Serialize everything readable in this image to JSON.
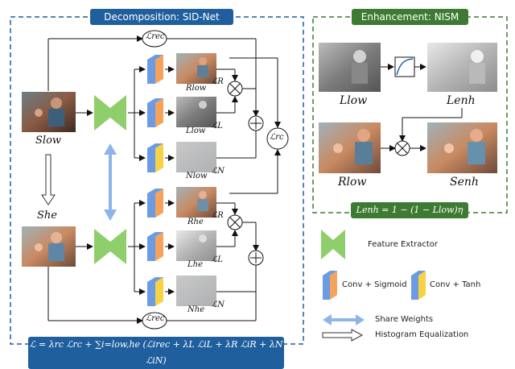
{
  "panels": {
    "decomposition": {
      "title": "Decomposition: SID-Net",
      "color": "#1f5f9e"
    },
    "enhancement": {
      "title": "Enhancement: NISM",
      "color": "#3e7b32"
    }
  },
  "colors": {
    "extractor": "#8fcf6b",
    "conv_sigmoid_a": "#f5a35b",
    "conv_sigmoid_b": "#6b9be3",
    "conv_tanh": "#f7d244",
    "share_arrow": "#8fb4e8",
    "formula_blue": "#1f5f9e",
    "formula_green": "#3e7b32"
  },
  "decomposition": {
    "loss_rec": "ℒrec",
    "loss_rc": "ℒrc",
    "loss_R": "ℒR",
    "loss_L": "ℒL",
    "loss_N": "ℒN",
    "s_low": "Slow",
    "s_he": "She",
    "r_low": "Rlow",
    "l_low": "Llow",
    "n_low": "Nlow",
    "r_he": "Rhe",
    "l_he": "Lhe",
    "n_he": "Nhe",
    "formula": "ℒ = λrc ℒrc + ∑i=low,he (ℒirec + λL ℒiL + λR ℒiR + λN ℒiN)"
  },
  "enhancement": {
    "l_low": "Llow",
    "l_enh": "Lenh",
    "r_low": "Rlow",
    "s_enh": "Senh",
    "formula": "Lenh = 1 − (1 − Llow)η"
  },
  "legend": {
    "feature_extractor": "Feature Extractor",
    "conv_sigmoid": "Conv + Sigmoid",
    "conv_tanh": "Conv + Tanh",
    "share_weights": "Share Weights",
    "histogram_eq": "Histogram Equalization"
  },
  "icons": {
    "multiply": "circle-times-icon",
    "add": "circle-plus-icon",
    "curve": "tone-curve-icon"
  }
}
